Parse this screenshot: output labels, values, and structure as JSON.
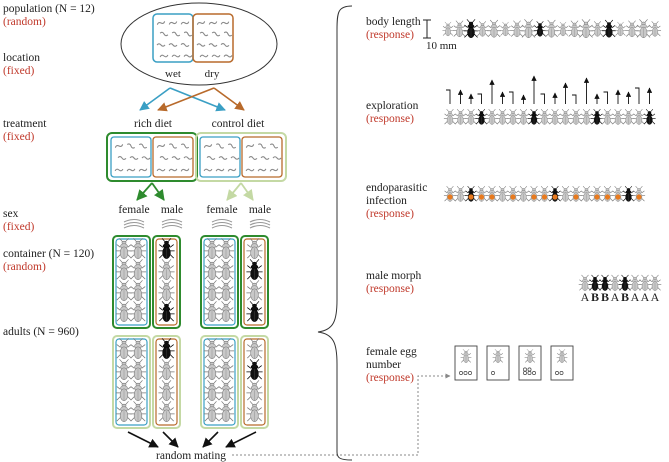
{
  "colors": {
    "wet": "#3a9fc4",
    "dry": "#b86a2b",
    "rich": "#2e8b2e",
    "control": "#c4d9a4",
    "tag": "#c0392b",
    "beetle": "#8a8a8a",
    "beetle_dark": "#111111",
    "parasite": "#e87a1e"
  },
  "left_factors": [
    {
      "id": "population",
      "name": "population (N = 12)",
      "tag": "(random)"
    },
    {
      "id": "location",
      "name": "location",
      "tag": "(fixed)"
    },
    {
      "id": "treatment",
      "name": "treatment",
      "tag": "(fixed)"
    },
    {
      "id": "sex",
      "name": "sex",
      "tag": "(fixed)"
    },
    {
      "id": "container",
      "name": "container (N = 120)",
      "tag": "(random)"
    },
    {
      "id": "adults",
      "name": "adults (N = 960)",
      "tag": ""
    }
  ],
  "locations": {
    "wet": "wet",
    "dry": "dry"
  },
  "diets": {
    "rich": "rich diet",
    "control": "control diet"
  },
  "sexes": [
    "female",
    "male",
    "female",
    "male"
  ],
  "random_mating": "random mating",
  "scale_bar": "10 mm",
  "responses": [
    {
      "id": "body-length",
      "name": "body length",
      "tag": "(response)"
    },
    {
      "id": "exploration",
      "name": "exploration",
      "tag": "(response)"
    },
    {
      "id": "endoparasitic-infection",
      "name": "endoparasitic infection",
      "tag": "(response)"
    },
    {
      "id": "male-morph",
      "name": "male morph",
      "tag": "(response)"
    },
    {
      "id": "female-egg-number",
      "name": "female egg number",
      "tag": "(response)"
    }
  ],
  "morph_letters": [
    "A",
    "B",
    "B",
    "A",
    "B",
    "A",
    "A",
    "A"
  ],
  "morph_dark": [
    false,
    true,
    true,
    false,
    true,
    false,
    false,
    false
  ]
}
